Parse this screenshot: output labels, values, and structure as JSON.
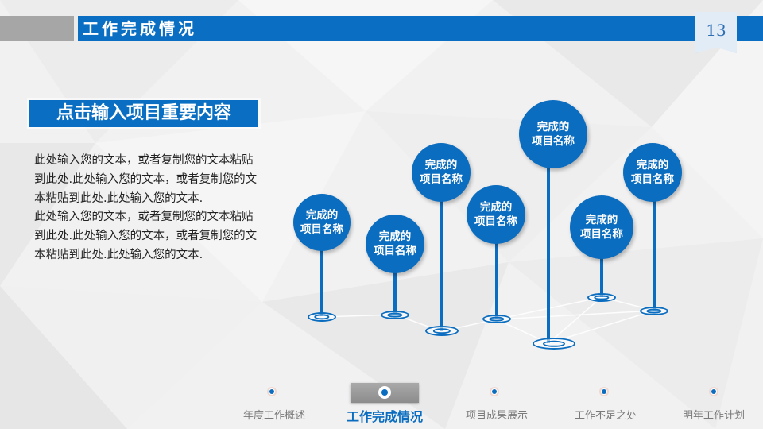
{
  "header": {
    "title": "工作完成情况",
    "page_number": "13"
  },
  "content": {
    "sub_heading": "点击输入项目重要内容",
    "paragraphs": [
      "此处输入您的文本，或者复制您的文本粘贴到此处.此处输入您的文本，或者复制您的文本粘贴到此处.此处输入您的文本.",
      "此处输入您的文本，或者复制您的文本粘贴到此处.此处输入您的文本，或者复制您的文本粘贴到此处.此处输入您的文本."
    ]
  },
  "pins": [
    {
      "line1": "完成的",
      "line2": "项目名称"
    },
    {
      "line1": "完成的",
      "line2": "项目名称"
    },
    {
      "line1": "完成的",
      "line2": "项目名称"
    },
    {
      "line1": "完成的",
      "line2": "项目名称"
    },
    {
      "line1": "完成的",
      "line2": "项目名称"
    },
    {
      "line1": "完成的",
      "line2": "项目名称"
    },
    {
      "line1": "完成的",
      "line2": "项目名称"
    }
  ],
  "nav": {
    "items": [
      {
        "label": "年度工作概述",
        "active": false
      },
      {
        "label": "工作完成情况",
        "active": true
      },
      {
        "label": "项目成果展示",
        "active": false
      },
      {
        "label": "工作不足之处",
        "active": false
      },
      {
        "label": "明年工作计划",
        "active": false
      }
    ]
  },
  "colors": {
    "accent": "#0a6fc2",
    "gray_bar": "#a6a6a6",
    "background": "#f2f2f3"
  }
}
